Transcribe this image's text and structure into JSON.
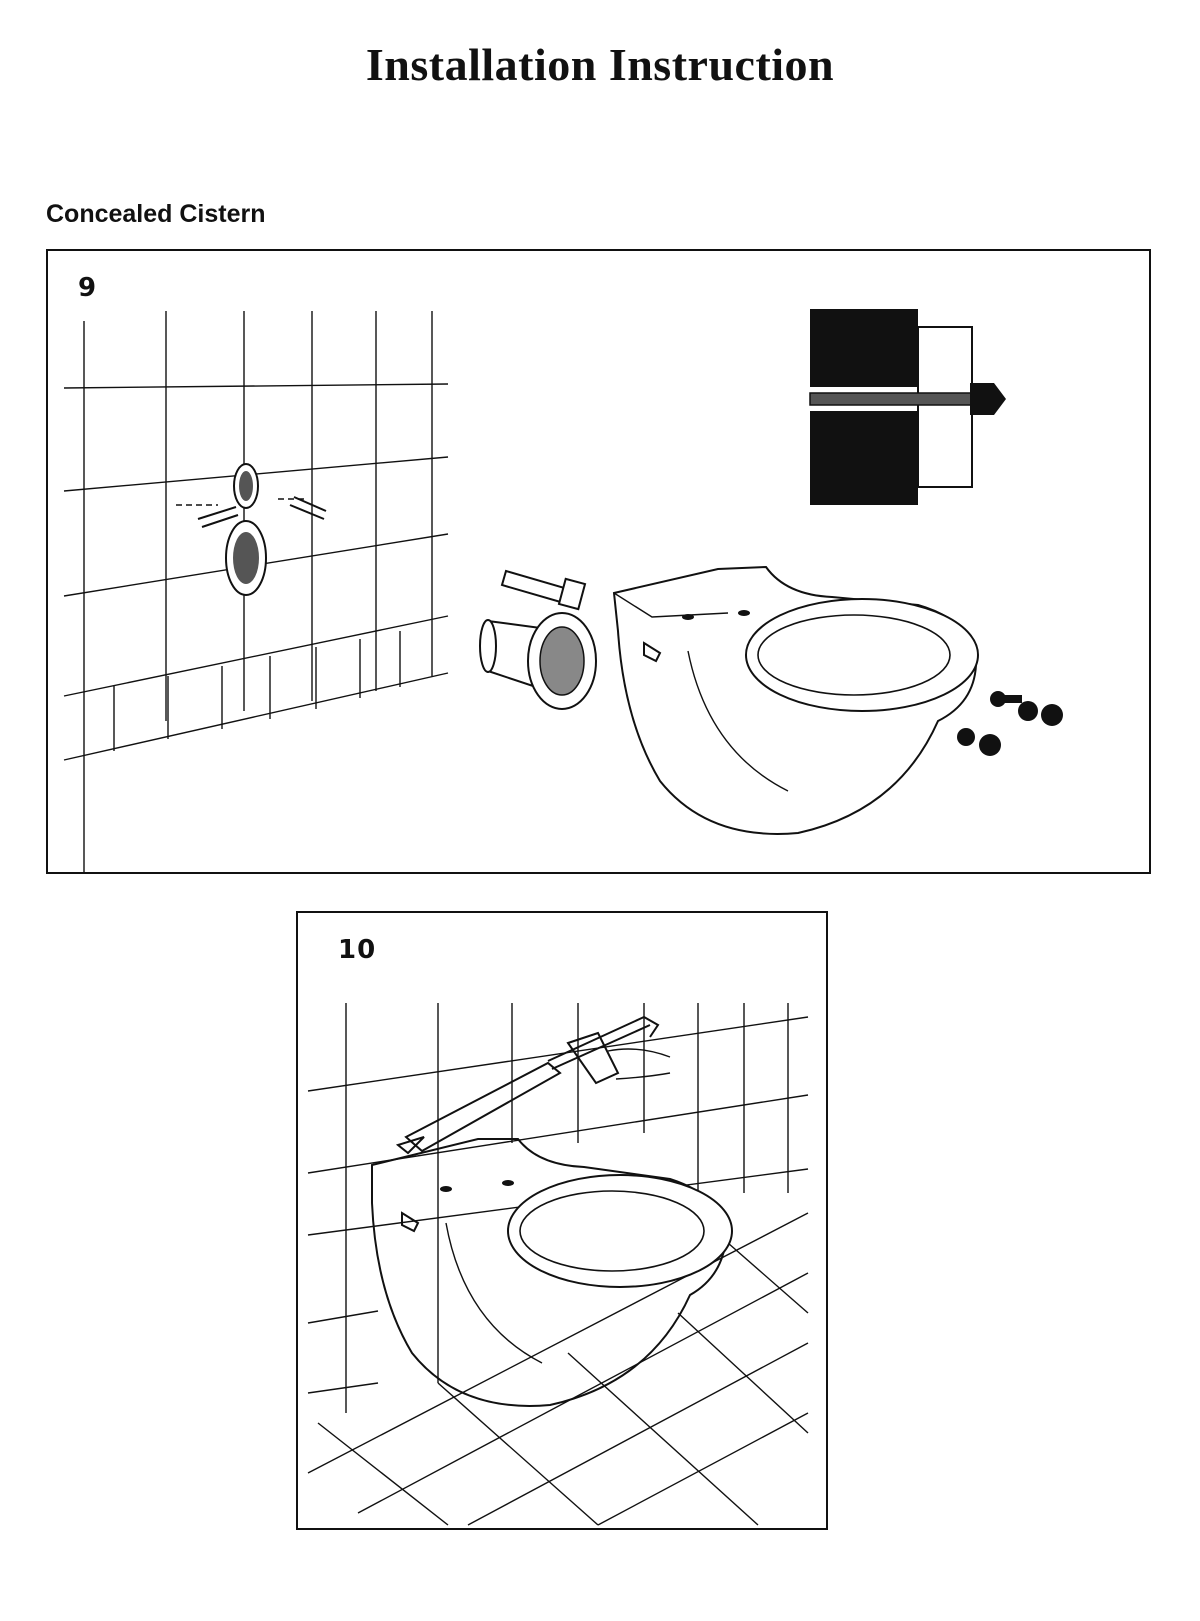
{
  "page": {
    "title": "Installation Instruction",
    "section": "Concealed Cistern"
  },
  "steps": [
    {
      "number": "9"
    },
    {
      "number": "10"
    }
  ]
}
